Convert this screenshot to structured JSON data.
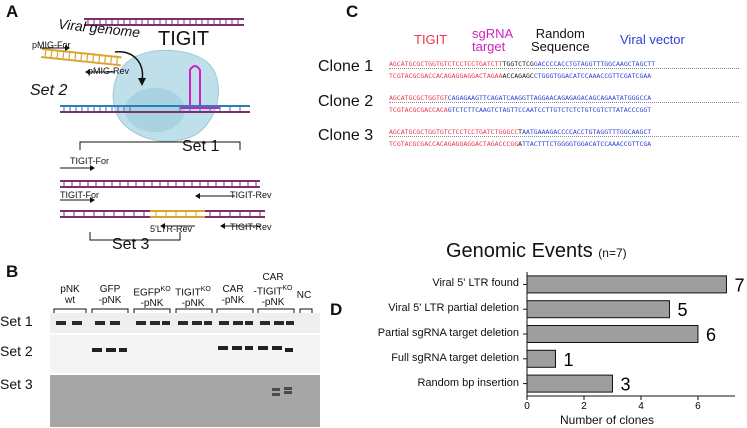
{
  "panels": {
    "a": "A",
    "b": "B",
    "c": "C",
    "d": "D"
  },
  "panel_a": {
    "tigit_title": "TIGIT",
    "viral_genome": "Viral genome",
    "pmig_for": "pMIG-For",
    "pmig_rev": "pMIG-Rev",
    "set2": "Set 2",
    "set1": "Set 1",
    "set3": "Set 3",
    "tigit_for_1": "TIGIT-For",
    "tigit_for_2": "TIGIT-For",
    "tigit_rev_1": "TIGIT-Rev",
    "tigit_rev_2": "TIGIT-Rev",
    "ltr_rev": "5'LTR-Rev"
  },
  "panel_b": {
    "lanes": [
      {
        "l1": "pNK",
        "l2": "wt"
      },
      {
        "l1": "GFP",
        "l2": "-pNK"
      },
      {
        "l1": "EGFP",
        "sup": "KO",
        "l2": "-pNK"
      },
      {
        "l1": "TIGIT",
        "sup": "KO",
        "l2": "-pNK"
      },
      {
        "l1": "CAR",
        "l2": "-pNK"
      },
      {
        "l1": "CAR",
        "l2": "-TIGIT",
        "sup": "KO",
        "l3": "-pNK"
      },
      {
        "l1": "NC"
      }
    ],
    "rows": [
      "Set 1",
      "Set 2",
      "Set 3"
    ]
  },
  "panel_c": {
    "legend": {
      "tigit": "TIGIT",
      "sgrna": "sgRNA\ntarget",
      "random": "Random\nSequence",
      "viral": "Viral vector"
    },
    "colors": {
      "tigit": "#e8364a",
      "sgrna": "#d21fc4",
      "random": "#111111",
      "viral": "#2b3fd6"
    },
    "clones": [
      {
        "label": "Clone 1",
        "top": [
          [
            "AGCATGCGCTGGTGTCTCCTCCTGATCTT",
            "tigit"
          ],
          [
            "TGGTCTCG",
            "random"
          ],
          [
            "GACCCCACCTGTAGGTTTGGCAAGCTAGCTT",
            "viral"
          ]
        ],
        "bottom": [
          [
            "TCGTACGCGACCACAGAGGAGGACTAGAA",
            "tigit"
          ],
          [
            "ACCAGAGC",
            "random"
          ],
          [
            "CTGGGTGGACATCCAAACCGTTCGATCGAA",
            "viral"
          ]
        ]
      },
      {
        "label": "Clone 2",
        "top": [
          [
            "AGCATGCGCTGGTGT",
            "tigit"
          ],
          [
            "CAGAGAAGTTCAGATCAAGGTTAGGAACAGAGAGACAGCAGAATATGGGCCA",
            "viral"
          ]
        ],
        "bottom": [
          [
            "TCGTACGCGACCACA",
            "tigit"
          ],
          [
            "GTCTCTTCAAGTCTAGTTCCAATCCTTGTCTCTCTGTCGTCTTATACCCGGT",
            "viral"
          ]
        ]
      },
      {
        "label": "Clone 3",
        "top": [
          [
            "AGCATGCGCTGGTGTCTCCTCCTGATCTGGGCC",
            "tigit"
          ],
          [
            "T",
            "random"
          ],
          [
            "AATGAAAGACCCCACCTGTAGGTTTGGCAAGCT",
            "viral"
          ]
        ],
        "bottom": [
          [
            "TCGTACGCGACCACAGAGGAGGACTAGACCCGG",
            "tigit"
          ],
          [
            "A",
            "random"
          ],
          [
            "TTACTTTCTGGGGTGGACATCCAAACCGTTCGA",
            "viral"
          ]
        ]
      }
    ]
  },
  "chart_data": {
    "type": "bar",
    "orientation": "horizontal",
    "title": "Genomic Events",
    "subtitle": "(n=7)",
    "xlabel": "Number of clones",
    "ylabel": "",
    "categories": [
      "Viral 5' LTR found",
      "Viral 5' LTR partial deletion",
      "Partial sgRNA target deletion",
      "Full sgRNA target deletion",
      "Random bp insertion"
    ],
    "values": [
      7,
      5,
      6,
      1,
      3
    ],
    "data_labels": [
      "7",
      "5",
      "6",
      "1",
      "3"
    ],
    "xlim": [
      0,
      7.3
    ],
    "xticks": [
      "0",
      "2",
      "4",
      "6"
    ],
    "bar_color": "#9e9e9e",
    "grid": false
  }
}
